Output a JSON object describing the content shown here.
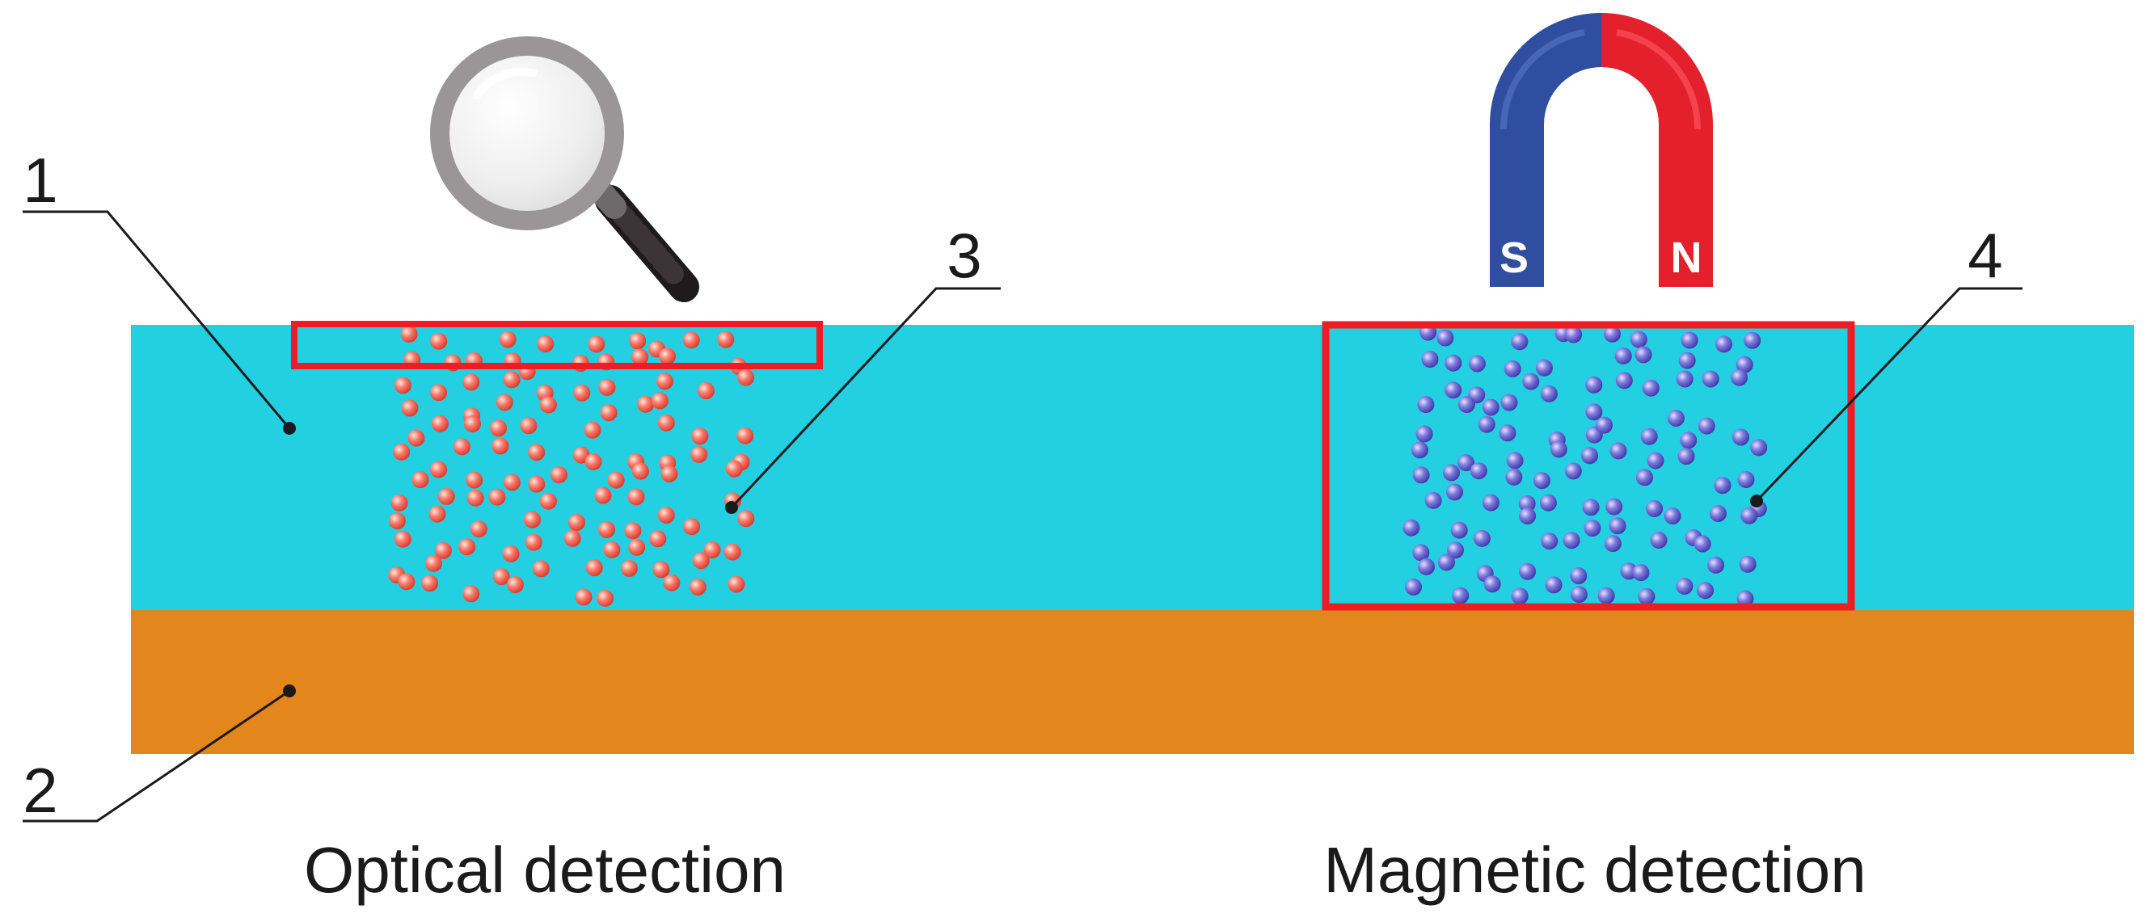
{
  "diagram": {
    "callouts": [
      {
        "id": "1",
        "label": "1"
      },
      {
        "id": "2",
        "label": "2"
      },
      {
        "id": "3",
        "label": "3"
      },
      {
        "id": "4",
        "label": "4"
      }
    ],
    "magnet": {
      "south_label": "S",
      "north_label": "N"
    },
    "captions": {
      "optical": "Optical detection",
      "magnetic": "Magnetic detection"
    },
    "colors": {
      "layer_1": "#22d0e2",
      "layer_2": "#e3861c",
      "highlight_box": "#ef1c26",
      "optical_particles": "#f86a5c",
      "magnetic_particles": "#6b68cf",
      "magnet_south": "#2f4ea0",
      "magnet_north": "#e3202b",
      "magnifier_frame": "#9a9697"
    },
    "icons": [
      "magnifying-glass-icon",
      "horseshoe-magnet-icon"
    ]
  }
}
